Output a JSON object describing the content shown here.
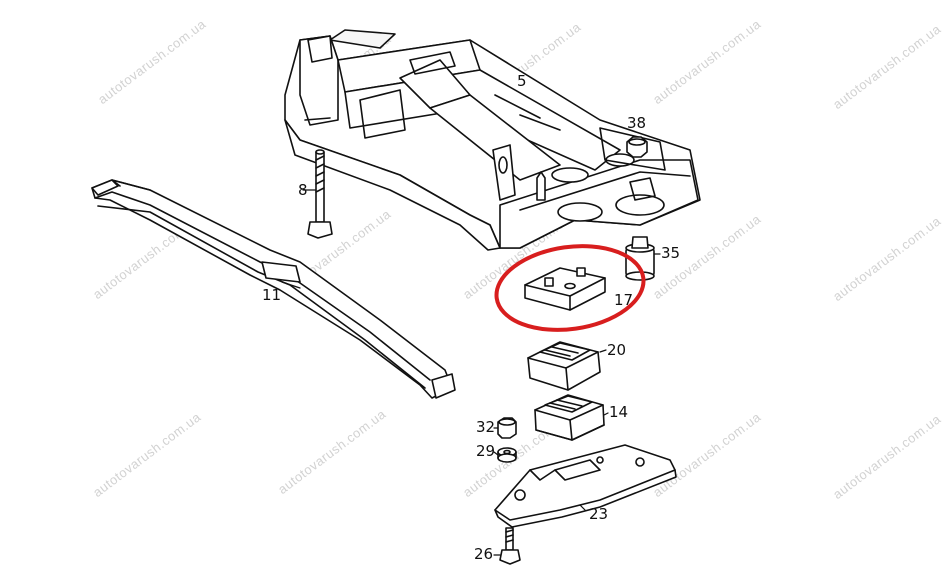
{
  "watermark": "autotovarush.com.ua",
  "highlight_color": "#d81e1e",
  "callouts": {
    "frame": "5",
    "nut_38": "38",
    "bolt_8": "8",
    "spring_11": "11",
    "bump_stop_35": "35",
    "spacer_17": "17",
    "mount_20": "20",
    "mount_14": "14",
    "nut_32": "32",
    "washer_29": "29",
    "bracket_23": "23",
    "bolt_26": "26"
  }
}
